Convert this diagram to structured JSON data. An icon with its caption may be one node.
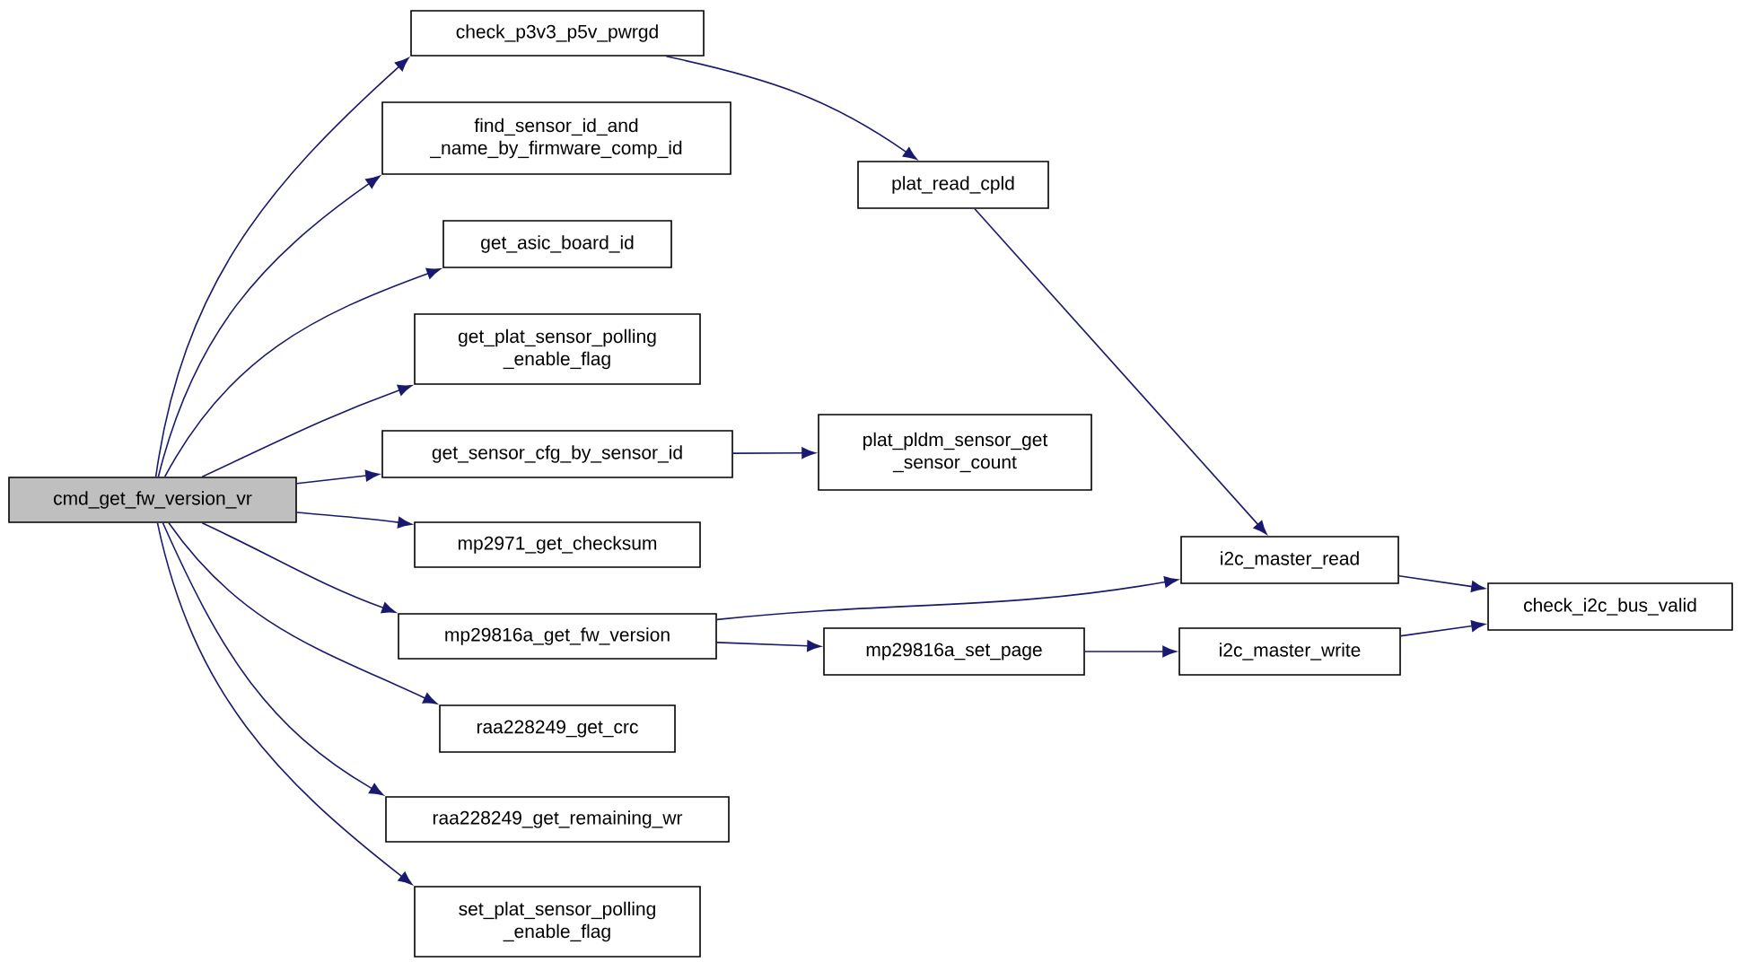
{
  "diagram": {
    "nodes": [
      {
        "text": [
          "cmd_get_fw_version_vr"
        ]
      },
      {
        "text": [
          "check_p3v3_p5v_pwrgd"
        ]
      },
      {
        "text": [
          "find_sensor_id_and _name_by_firmware_comp_id"
        ]
      },
      {
        "text": [
          "get_asic_board_id"
        ]
      },
      {
        "text": [
          "get_plat_sensor_polling _enable_flag"
        ]
      },
      {
        "text": [
          "get_sensor_cfg_by_sensor_id"
        ]
      },
      {
        "text": [
          "mp2971_get_checksum"
        ]
      },
      {
        "text": [
          "mp29816a_get_fw_version"
        ]
      },
      {
        "text": [
          "raa228249_get_crc"
        ]
      },
      {
        "text": [
          "raa228249_get_remaining_wr"
        ]
      },
      {
        "text": [
          "set_plat_sensor_polling _enable_flag"
        ]
      },
      {
        "text": [
          "plat_read_cpld"
        ]
      },
      {
        "text": [
          "plat_pldm_sensor_get _sensor_count"
        ]
      },
      {
        "text": [
          "i2c_master_read"
        ]
      },
      {
        "text": [
          "mp29816a_set_page"
        ]
      },
      {
        "text": [
          "i2c_master_write"
        ]
      },
      {
        "text": [
          "check_i2c_bus_valid"
        ]
      }
    ],
    "edges": [
      {
        "from": 0,
        "to": 1,
        "arrow": "to"
      },
      {
        "from": 0,
        "to": 2,
        "arrow": "to"
      },
      {
        "from": 0,
        "to": 3,
        "arrow": "to"
      },
      {
        "from": 0,
        "to": 4,
        "arrow": "to"
      },
      {
        "from": 0,
        "to": 5,
        "arrow": "to"
      },
      {
        "from": 0,
        "to": 6,
        "arrow": "to"
      },
      {
        "from": 0,
        "to": 7,
        "arrow": "to"
      },
      {
        "from": 0,
        "to": 8,
        "arrow": "to"
      },
      {
        "from": 0,
        "to": 9,
        "arrow": "to"
      },
      {
        "from": 0,
        "to": 10,
        "arrow": "to"
      },
      {
        "from": 1,
        "to": 11,
        "arrow": "to"
      },
      {
        "from": 11,
        "to": 13,
        "arrow": "to"
      },
      {
        "from": 5,
        "to": 12,
        "arrow": "to"
      },
      {
        "from": 7,
        "to": 13,
        "arrow": "to"
      },
      {
        "from": 7,
        "to": 14,
        "arrow": "to"
      },
      {
        "from": 14,
        "to": 15,
        "arrow": "to"
      },
      {
        "from": 13,
        "to": 16,
        "arrow": "to"
      },
      {
        "from": 15,
        "to": 16,
        "arrow": "to"
      }
    ]
  }
}
